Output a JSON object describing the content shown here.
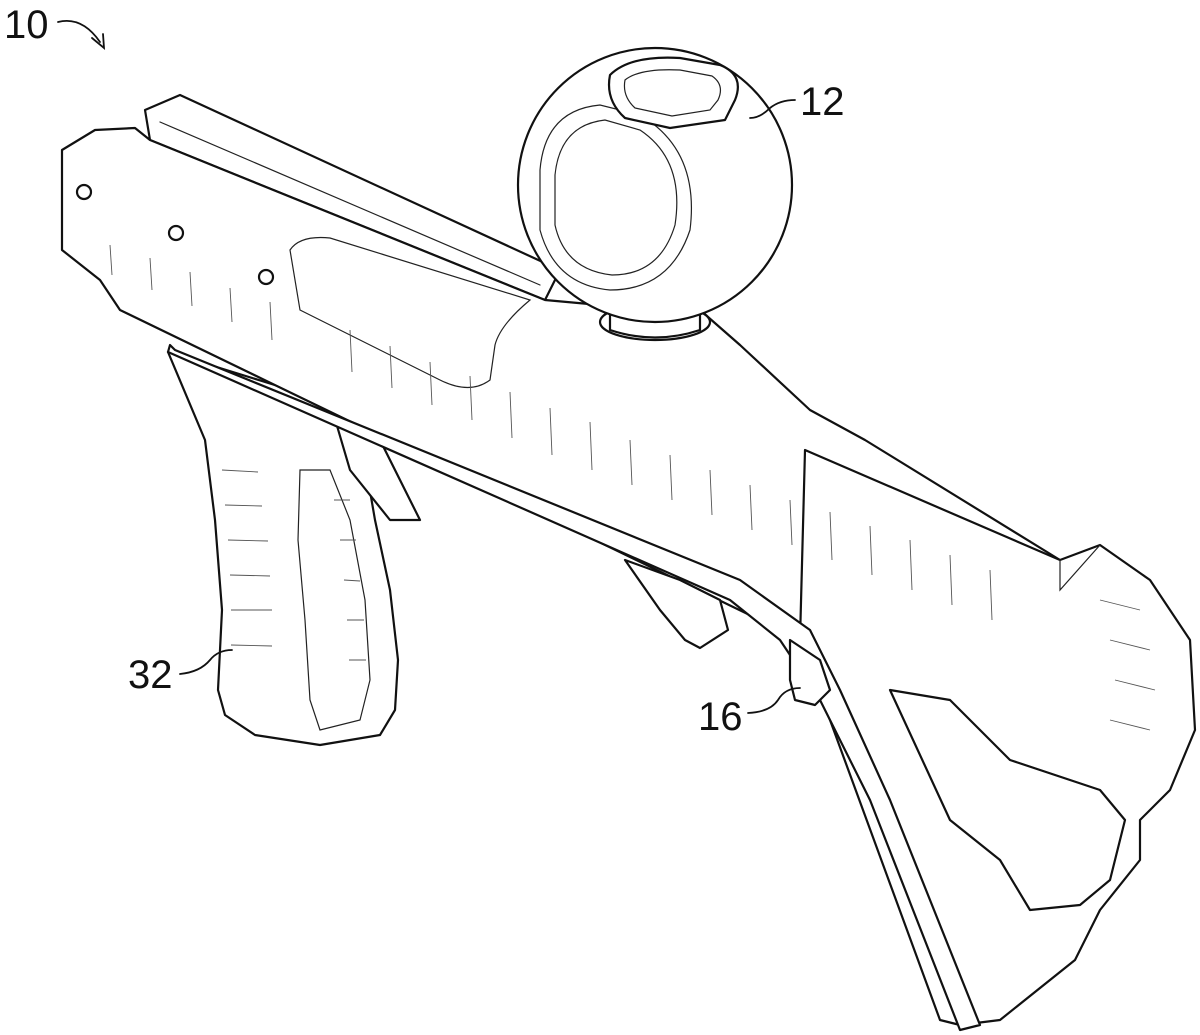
{
  "figure": {
    "reference_numerals": {
      "device": "10",
      "ball": "12",
      "trigger": "16",
      "grip": "32"
    }
  }
}
